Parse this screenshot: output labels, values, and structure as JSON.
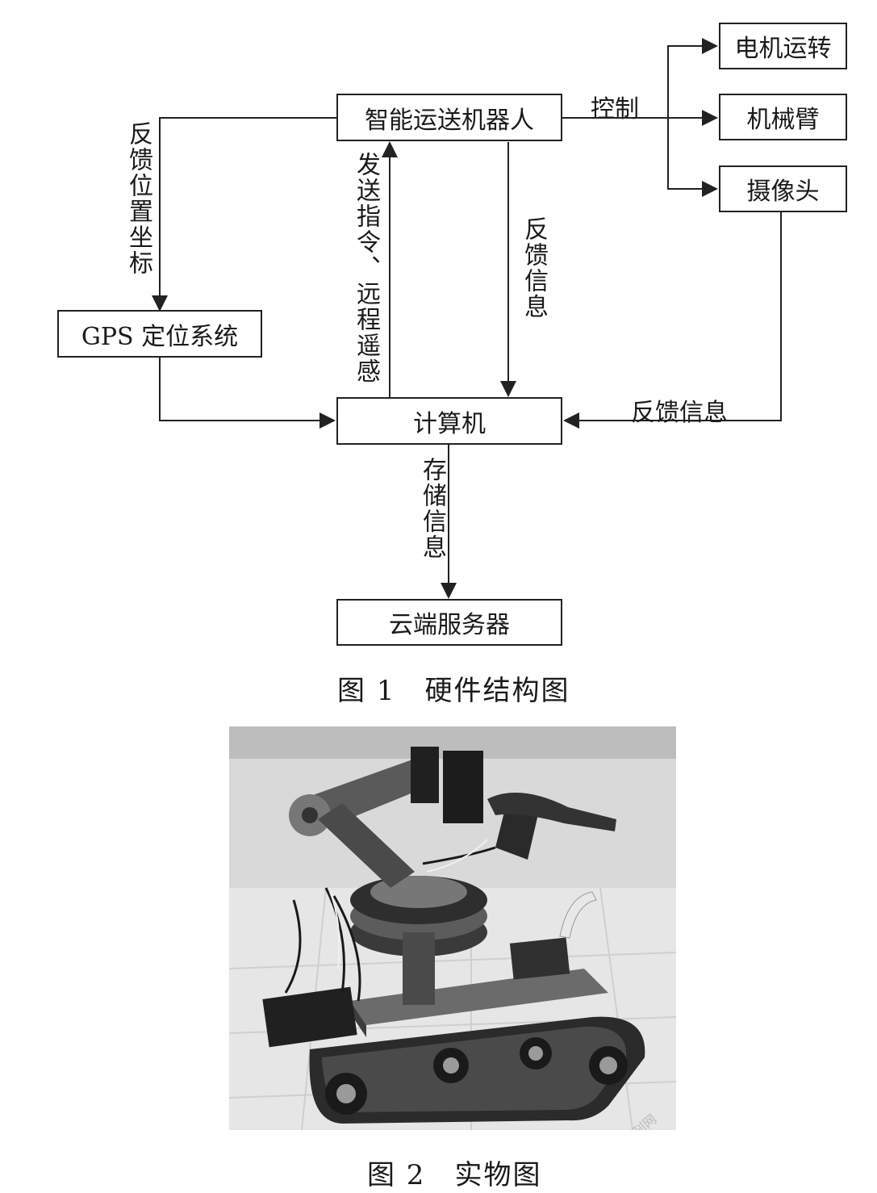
{
  "figure1": {
    "nodes": {
      "robot": "智能运送机器人",
      "motor": "电机运转",
      "arm": "机械臂",
      "camera": "摄像头",
      "gps": "GPS 定位系统",
      "computer": "计算机",
      "cloud": "云端服务器"
    },
    "edge_labels": {
      "control": "控制",
      "feedback_position": "反馈位置坐标",
      "send_command": "发送指令、远程遥感",
      "feedback_info_robot": "反馈信息",
      "feedback_info_camera": "反馈信息",
      "store_info": "存储信息"
    },
    "caption": "图 1　硬件结构图"
  },
  "figure2": {
    "caption": "图 2　实物图"
  },
  "watermark": "龙源期刊网",
  "colors": {
    "line": "#222222",
    "text": "#1a1a1a"
  }
}
